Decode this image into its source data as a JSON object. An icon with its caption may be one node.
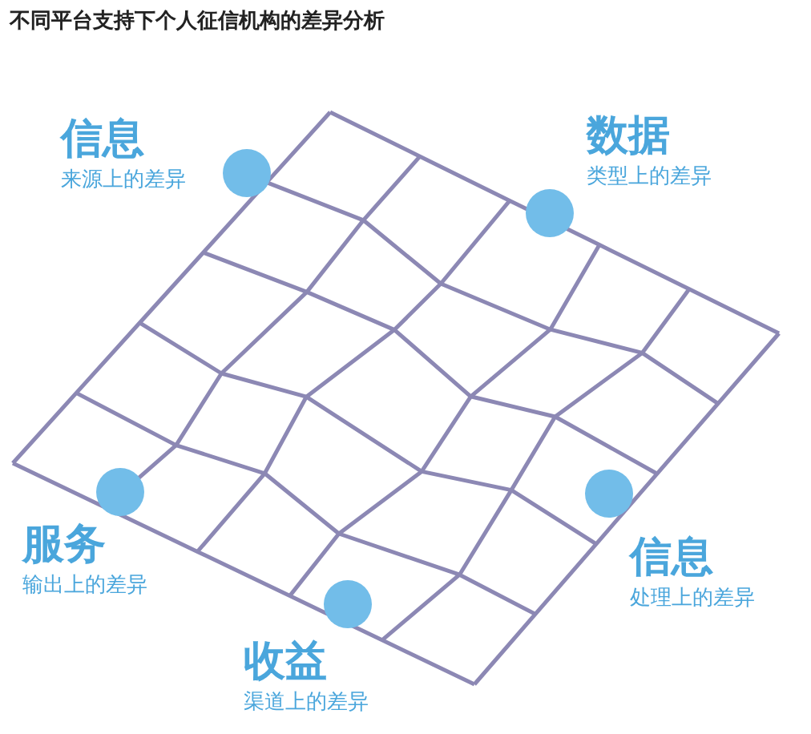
{
  "diagram": {
    "title": "不同平台支持下个人征信机构的差异分析",
    "nodes": [
      {
        "text": [],
        "shape": "circle",
        "beside": [
          "信息",
          "来源上的差异"
        ]
      },
      {
        "text": [],
        "shape": "circle",
        "beside": [
          "数据",
          "类型上的差异"
        ]
      },
      {
        "text": [],
        "shape": "circle",
        "beside": [
          "服务",
          "输出上的差异"
        ]
      },
      {
        "text": [],
        "shape": "circle",
        "beside": [
          "信息",
          "处理上的差异"
        ]
      },
      {
        "text": [],
        "shape": "circle",
        "beside": [
          "收益",
          "渠道上的差异"
        ]
      }
    ]
  }
}
